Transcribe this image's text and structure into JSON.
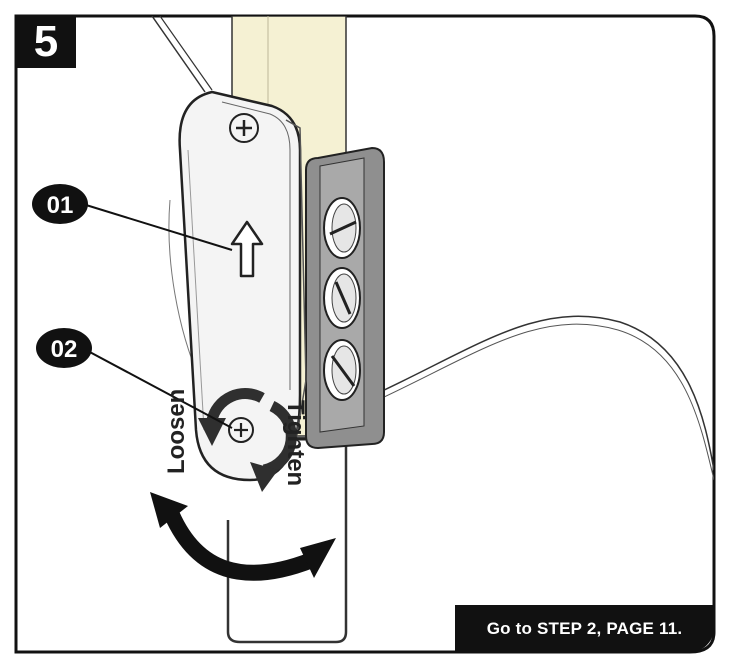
{
  "step": {
    "number": "5"
  },
  "callouts": [
    {
      "id": "01"
    },
    {
      "id": "02"
    }
  ],
  "labels": {
    "loosen": "Loosen",
    "tighten": "Tighten"
  },
  "footer": {
    "text": "Go to STEP 2, PAGE 11."
  },
  "colors": {
    "frame": "#111111",
    "pole": "#f5f1d3",
    "plate": "#f4f4f4",
    "clip": "#8f8f8f",
    "arrow": "#2f2f2f"
  },
  "icons": [
    "phillips-screw-icon",
    "up-arrow-icon",
    "loosen-arrow-icon",
    "tighten-arrow-icon",
    "rotate-double-arrow-icon"
  ]
}
